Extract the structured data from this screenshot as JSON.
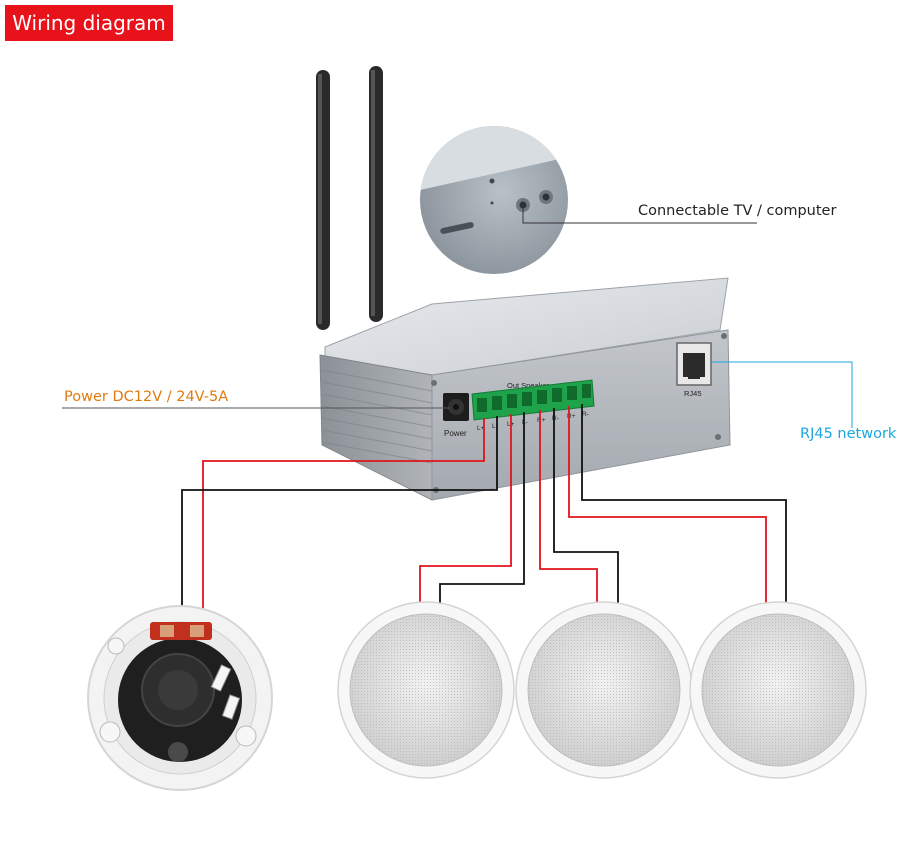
{
  "title": "Wiring diagram",
  "callouts": {
    "tv": "Connectable TV / computer",
    "power": "Power DC12V / 24V-5A",
    "rj45": "RJ45 network"
  },
  "device": {
    "power_label": "Power",
    "out_label": "Out Speaker",
    "rj45_label": "RJ45",
    "terminals": [
      "L+",
      "L-",
      "L+",
      "L-",
      "R+",
      "R-",
      "R+",
      "R-"
    ]
  },
  "colors": {
    "badge": "#e8121b",
    "power_callout": "#e07b10",
    "rj45_callout": "#1aa7e0",
    "wire_positive": "#e0141c",
    "wire_negative": "#111111",
    "terminal_block": "#1fa34a"
  },
  "speakers": {
    "count_front": 3,
    "rear_view": 1
  }
}
